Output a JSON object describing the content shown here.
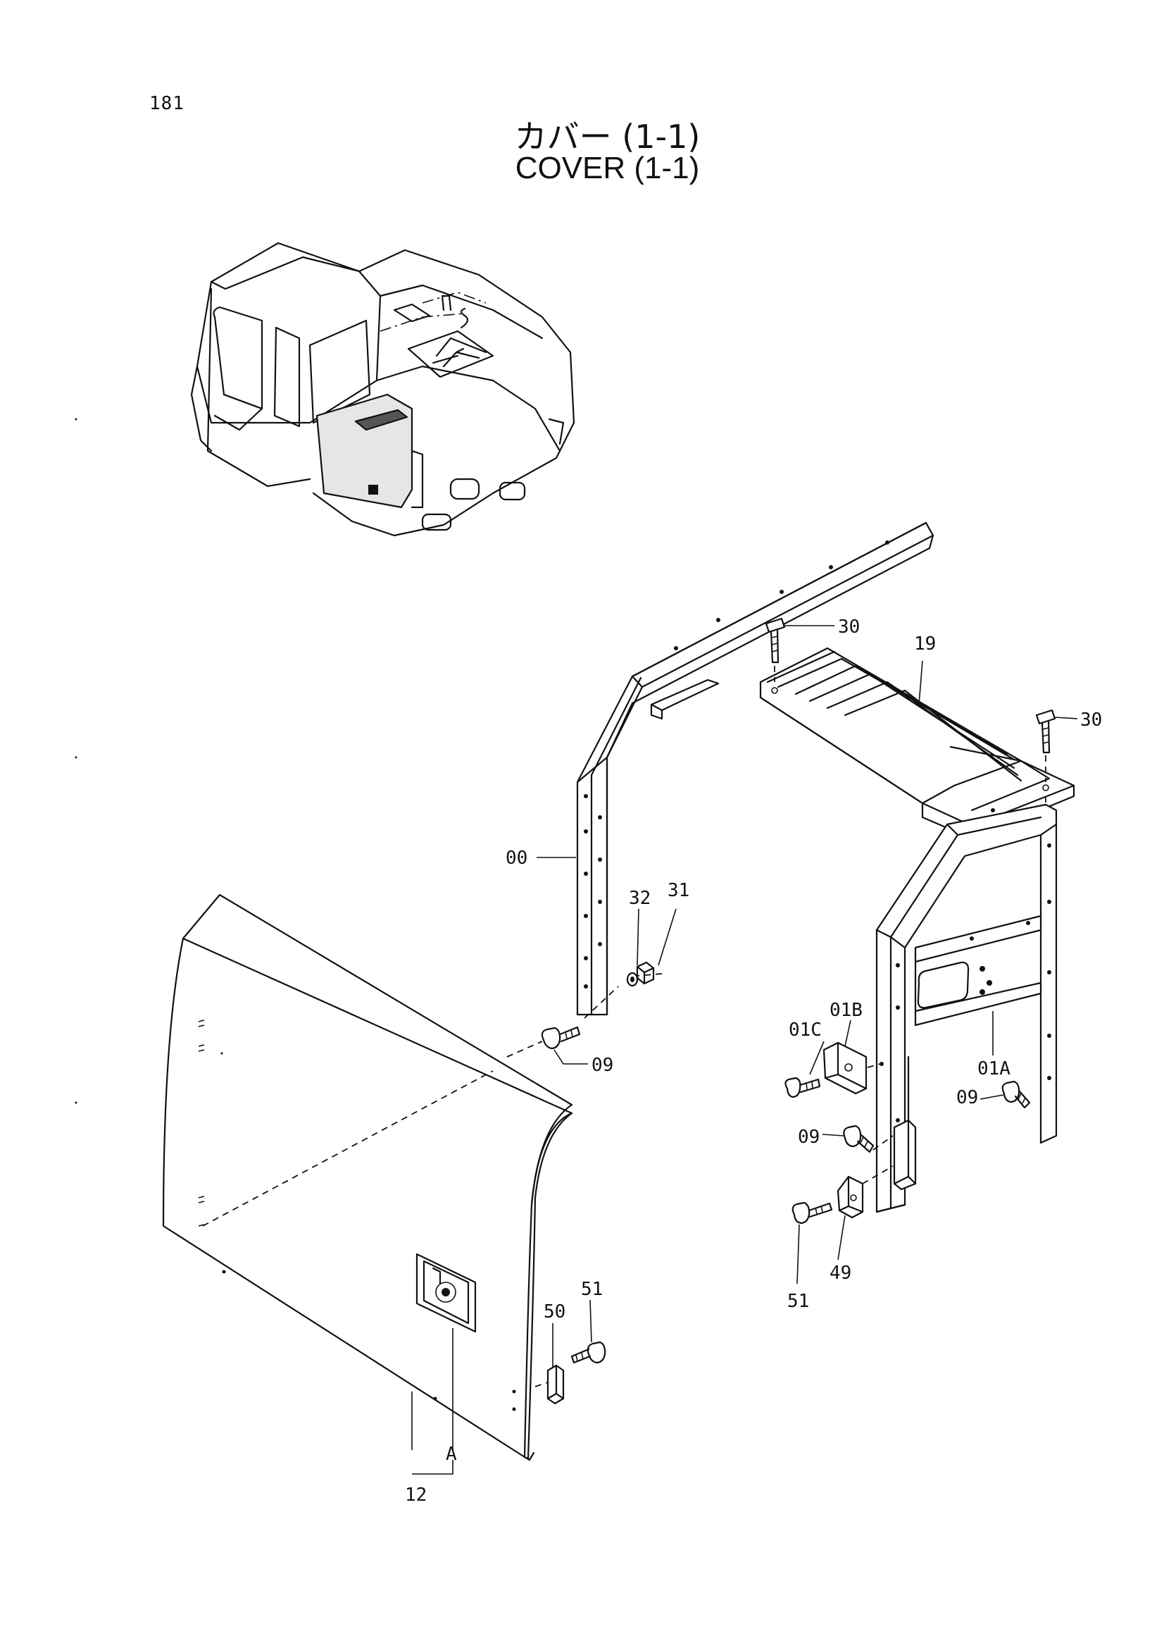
{
  "page": {
    "number": "181",
    "title_jp": "カバー (1-1)",
    "title_en": "COVER (1-1)"
  },
  "callouts": {
    "c30a": "30",
    "c19": "19",
    "c30b": "30",
    "c00": "00",
    "c32": "32",
    "c31": "31",
    "c09a": "09",
    "c01C": "01C",
    "c01B": "01B",
    "c01A": "01A",
    "c09b": "09",
    "c09c": "09",
    "c49": "49",
    "c51a": "51",
    "c50": "50",
    "c51b": "51",
    "cA": "A",
    "c12": "12"
  }
}
